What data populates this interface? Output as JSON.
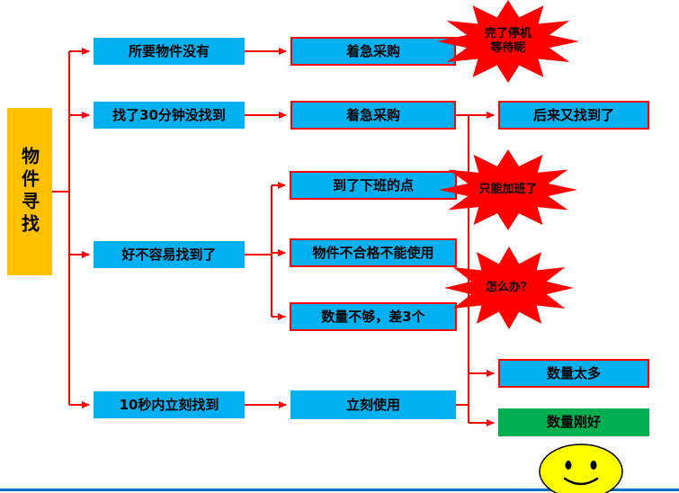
{
  "nodes": {
    "root": "物件寻找",
    "r1c2": "所要物件没有",
    "r1c3": "着急采购",
    "burst1": "完了停机\n等待呢",
    "r2c2": "找了30分钟没找到",
    "r2c3": "着急采购",
    "r2c4": "后来又找到了",
    "r3c2": "好不容易找到了",
    "r3c3a": "到了下班的点",
    "burst2": "只能加班了",
    "r3c3b": "物件不合格不能使用",
    "burst3": "怎么办？",
    "r3c3c": "数量不够，差3个",
    "r4c2": "10秒内立刻找到",
    "r4c3": "立刻使用",
    "r4c4a": "数量太多",
    "r4c4b": "数量刚好"
  },
  "icons": {
    "smiley": "smiley-face-icon"
  },
  "colors": {
    "box_fill": "#00B0F0",
    "root_fill": "#FFC000",
    "success_fill": "#00B050",
    "connector_red": "#FF0000",
    "burst_fill": "#FF0000",
    "burst_text": "#000000",
    "bottom_rule": "#0070C0",
    "smiley_fill": "#FFFF00"
  }
}
